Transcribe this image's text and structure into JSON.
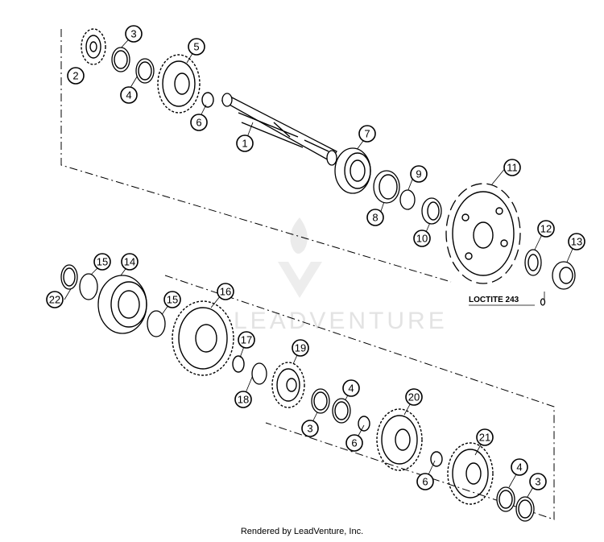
{
  "callouts": {
    "c1": "1",
    "c2": "2",
    "c3a": "3",
    "c4a": "4",
    "c5": "5",
    "c6a": "6",
    "c7": "7",
    "c8": "8",
    "c9": "9",
    "c10": "10",
    "c11": "11",
    "c12": "12",
    "c13": "13",
    "c14": "14",
    "c15a": "15",
    "c15b": "15",
    "c16": "16",
    "c17": "17",
    "c18": "18",
    "c19": "19",
    "c20": "20",
    "c21": "21",
    "c22": "22",
    "c3b": "3",
    "c4b": "4",
    "c6b": "6",
    "c6c": "6",
    "c4c": "4",
    "c3c": "3"
  },
  "loctite_label": "LOCTITE 243",
  "watermark": "LEADVENTURE",
  "footer": "Rendered by LeadVenture, Inc."
}
